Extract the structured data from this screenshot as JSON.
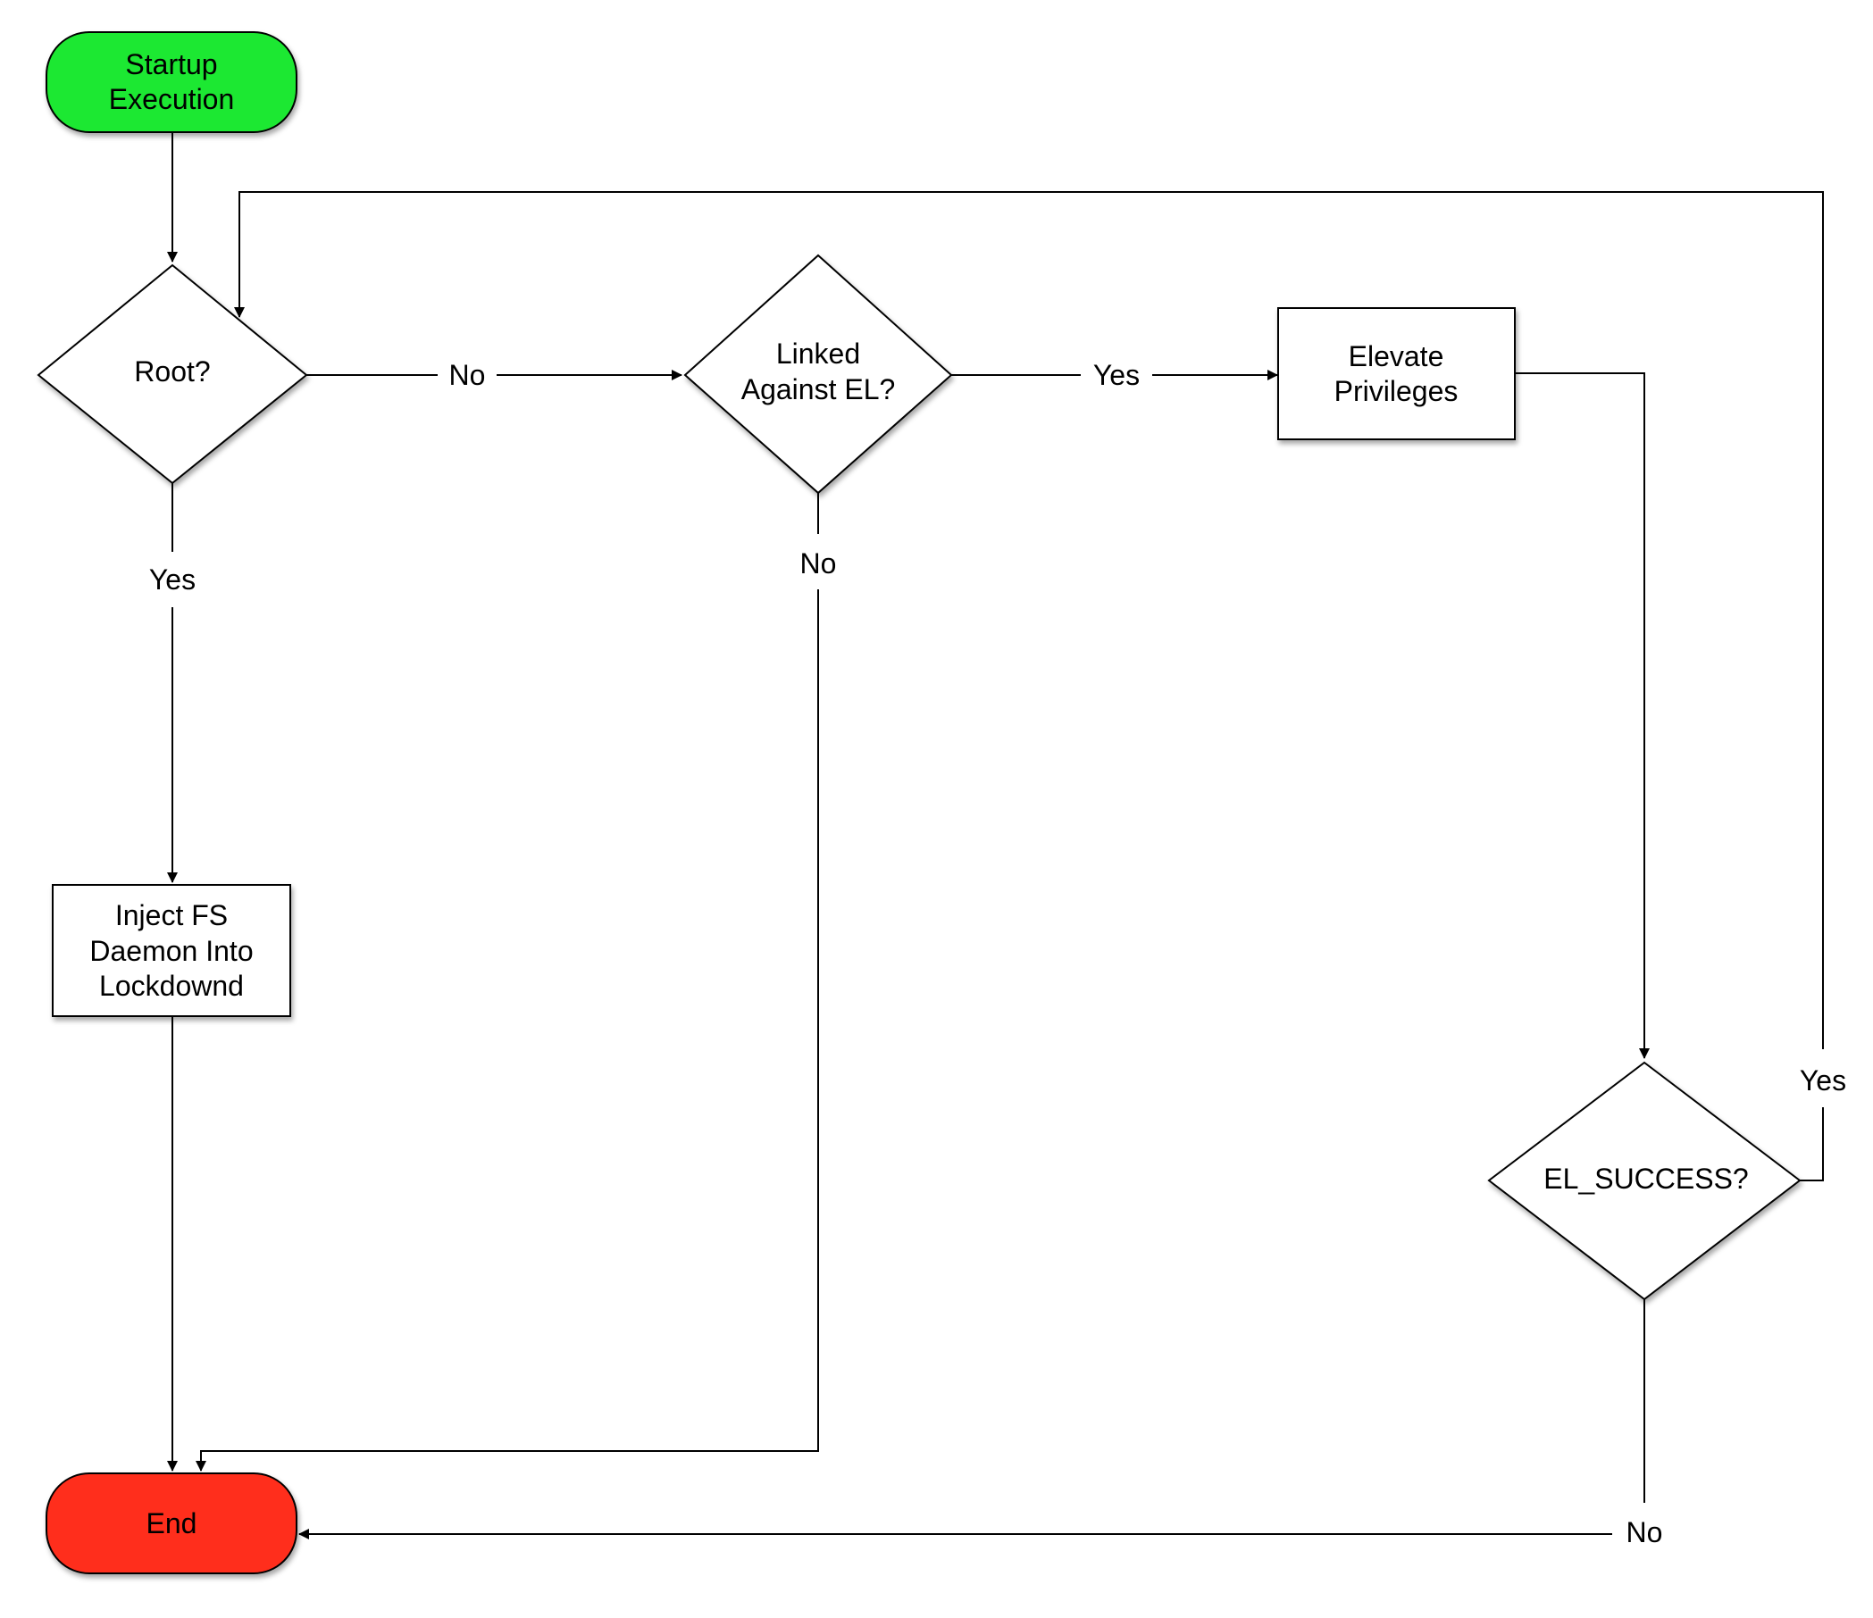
{
  "diagram": {
    "nodes": {
      "start": {
        "lines": [
          "Startup",
          "Execution"
        ],
        "fill": "#1fe830"
      },
      "root": {
        "lines": [
          "Root?"
        ]
      },
      "linked": {
        "lines": [
          "Linked",
          "Against EL?"
        ]
      },
      "elevate": {
        "lines": [
          "Elevate",
          "Privileges"
        ]
      },
      "inject": {
        "lines": [
          "Inject FS",
          "Daemon Into",
          "Lockdownd"
        ]
      },
      "el_success": {
        "lines": [
          "EL_SUCCESS?"
        ]
      },
      "end": {
        "lines": [
          "End"
        ],
        "fill": "#ff2d1e"
      }
    },
    "edge_labels": {
      "root_no": "No",
      "root_yes": "Yes",
      "linked_yes": "Yes",
      "linked_no": "No",
      "success_yes": "Yes",
      "success_no": "No"
    }
  }
}
